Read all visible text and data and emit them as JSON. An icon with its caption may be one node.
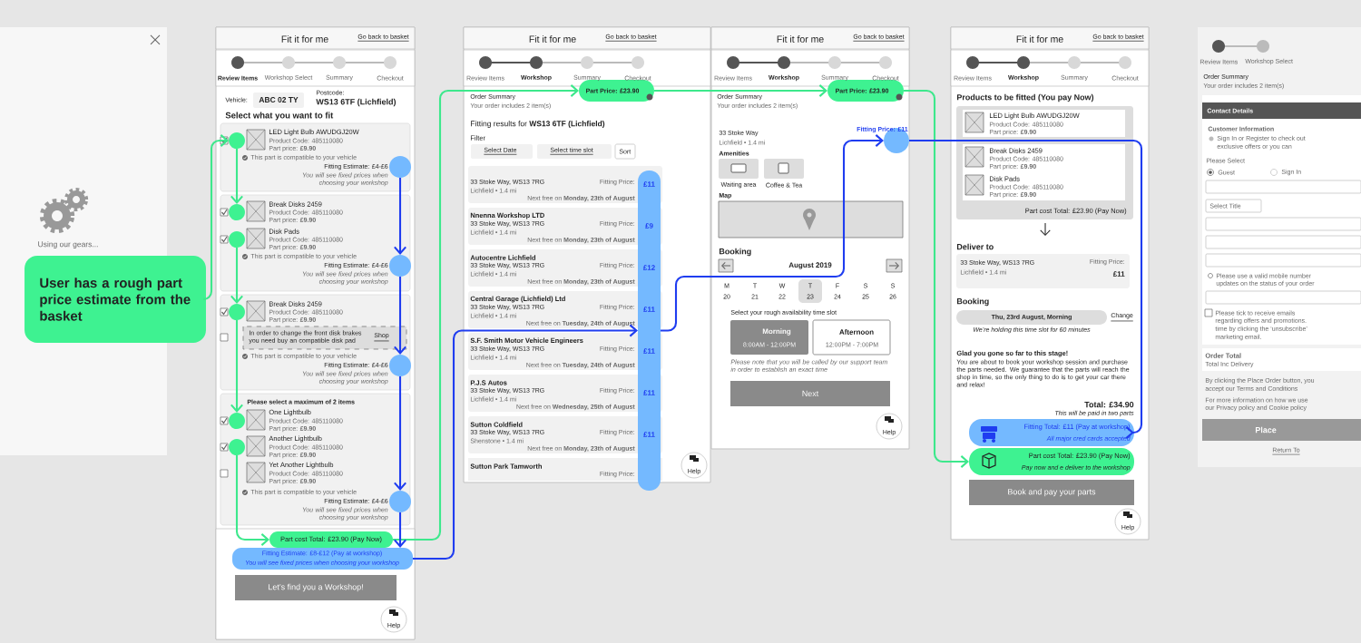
{
  "diagram": {
    "nodes": [
      {
        "text": [
          "User has a rough part price estimate from the basket"
        ]
      },
      {
        "text": [
          "Using our gears..."
        ]
      },
      {
        "text": [
          "Fit it for me",
          "Go back to basket",
          "Review Items",
          "Workshop Select",
          "Summary",
          "Checkout",
          "Vehicle:",
          "ABC 02 TY",
          "Postcode:",
          "WS13 6TF (Lichfield)",
          "Select what you want to fit",
          "LED Light Bulb AWUDGJ20W",
          "Product Code: 485110080",
          "Part price: **£9.90**",
          "This part is compatible to your vehicle",
          "Fitting Estimate: £4-£6",
          "You will see fixed prices when choosing your workshop",
          "Break Disks 2459",
          "Product Code: 485110080",
          "Part price: **£9.90**",
          "Disk Pads",
          "Product Code: 485110080",
          "Part price: **£9.90**",
          "This part is compatible to your vehicle",
          "Fitting Estimate: £4-£6",
          "You will see fixed prices when choosing your workshop",
          "Break Disks 2459",
          "Product Code: 485110080",
          "Part price: **£9.90**",
          "In order to change the front disk brakes you need buy an compatible disk pad",
          "Shop",
          "This part is compatible to your vehicle",
          "Fitting Estimate: £4-£6",
          "You will see fixed prices when choosing your workshop",
          "Please select a maximum of 2 items",
          "One Lightbulb",
          "Product Code: 485110080",
          "Part price: **£9.90**",
          "Another Lightbulb",
          "Product Code: 485110080",
          "Part price: **£9.90**",
          "Yet Another Lightbulb",
          "Product Code: 485110080",
          "Part price: **£9.90**",
          "This part is compatible to your vehicle",
          "Fitting Estimate: £4-£6",
          "You will see fixed prices when choosing your workshop",
          "Let’s find you a Workshop!",
          "Help"
        ]
      },
      {
        "text": [],
        "shape": "circle",
        "in": 2
      },
      {
        "text": [],
        "shape": "circle",
        "in": 2
      },
      {
        "text": [],
        "shape": "circle",
        "in": 2
      },
      {
        "text": [],
        "shape": "circle",
        "in": 2
      },
      {
        "text": [],
        "shape": "circle",
        "in": 2
      },
      {
        "text": [],
        "shape": "circle",
        "in": 2
      },
      {
        "text": [],
        "shape": "circle",
        "in": 2
      },
      {
        "text": [],
        "shape": "circle",
        "in": 2
      },
      {
        "text": [],
        "shape": "circle",
        "in": 2
      },
      {
        "text": [],
        "shape": "circle",
        "in": 2
      },
      {
        "text": [
          "Part cost Total: £23.90 (Pay Now)"
        ],
        "in": 2
      },
      {
        "text": [
          "Fitting Estimate: £8-£12  (Pay at workshop)",
          "You will see fixed prices when choosing your workshop"
        ],
        "in": 2
      },
      {
        "text": [
          "Fit it for me",
          "Go back to basket",
          "Review Items",
          "Workshop",
          "Summary",
          "Checkout",
          "Order Summary",
          "Your order includes 2 item(s)",
          "Fitting results for **WS13 6TF (Lichfield)**",
          "Filter",
          "Select Date",
          "Select time slot",
          "Sort",
          "33 Stoke Way, WS13 7RG",
          "Lichfield • 1.4 mi",
          "Fitting Price:",
          "Next free on **Monday, 23th of August**",
          "Nnenna Workshop LTD",
          "33 Stoke Way, WS13 7RG",
          "Lichfield • 1.4 mi",
          "Fitting Price:",
          "Next free on **Monday, 23th of August**",
          "Autocentre Lichfield",
          "33 Stoke Way, WS13 7RG",
          "Lichfield • 1.4 mi",
          "Fitting Price:",
          "Next free on **Monday, 23th of August**",
          "Central Garage (Lichfield) Ltd",
          "33 Stoke Way, WS13 7RG",
          "Lichfield • 1.4 mi",
          "Fitting Price:",
          "Next free on **Tuesday, 24th of August**",
          "S.F. Smith Motor Vehicle Engineers",
          "33 Stoke Way, WS13 7RG",
          "Lichfield • 1.4 mi",
          "Fitting Price:",
          "Next free on **Tuesday, 24th of August**",
          "P.J.S Autos",
          "33 Stoke Way, WS13 7RG",
          "Lichfield • 1.4 mi",
          "Fitting Price:",
          "Next free on **Wednesday, 25th of August**",
          "Sutton Coldfield",
          "33 Stoke Way, WS13 7RG",
          "Shenstone • 1.4 mi",
          "Fitting Price:",
          "Next free on **Monday, 23th of August**",
          "Sutton Park Tamworth",
          "Fitting Price:",
          "Help"
        ]
      },
      {
        "text": [
          "Part Price: £23.90"
        ],
        "in": 15
      },
      {
        "text": [
          "£11",
          "£9",
          "£12",
          "£11",
          "£11",
          "£11",
          "£11"
        ],
        "in": 15
      },
      {
        "text": [
          "Fit it for me",
          "Go back to basket",
          "Review Items",
          "Workshop",
          "Summary",
          "Checkout",
          "Order Summary",
          "Your order includes 2 item(s)",
          "33 Stoke Way",
          "Lichfield • 1.4 mi",
          "Amenities",
          "Waiting area",
          "Coffee & Tea",
          "Map",
          "Booking",
          "August 2019",
          "M",
          "T",
          "W",
          "T",
          "F",
          "S",
          "S",
          "20",
          "21",
          "22",
          "23",
          "24",
          "25",
          "26",
          "Select your rough availability time slot",
          "Morning",
          "8:00AM - 12:00PM",
          "Afternoon",
          "12:00PM - 7:00PM",
          "Please note that you will be called by our support team in order to establish an exact time",
          "Next",
          "Help"
        ]
      },
      {
        "text": [
          "Part Price: £23.90"
        ],
        "in": 18
      },
      {
        "text": [
          "Fitting Price: £11"
        ],
        "in": 18
      },
      {
        "text": [
          "Fit it for me",
          "Go back to basket",
          "Review Items",
          "Workshop",
          "Summary",
          "Checkout",
          "Products to be fitted (You pay Now)",
          "LED Light Bulb AWUDGJ20W",
          "Product Code: 485110080",
          "Part price: **£9.90**",
          "Break Disks 2459",
          "Product Code: 485110080",
          "Part price: **£9.90**",
          "Disk Pads",
          "Product Code: 485110080",
          "Part price: **£9.90**",
          "Part cost Total: £23.90 (Pay Now)",
          "Deliver to",
          "33 Stoke Way, WS13 7RG",
          "Lichfield • 1.4 mi",
          "Fitting Price:",
          "£11",
          "Booking",
          "Thu, 23rd August, Morning",
          "Change",
          "We’re holding this time slot for 60 minutes",
          "Glad you gone so far to this stage!",
          "You are about to book your workshop session and purchase the parts needed. We guarantee that the parts will reach the shop in time, so the only thing to do is to get your car there and relax!",
          "Total: £34.90",
          "This will be paid in two parts",
          "Book and pay your parts",
          "Help"
        ]
      },
      {
        "text": [
          "Fitting Total: £11 (Pay at workshop)",
          "All major cred cards accepted"
        ],
        "in": 21
      },
      {
        "text": [
          "Part cost Total: £23.90 (Pay Now)",
          "Pay now and e deliver to the workshop"
        ],
        "in": 21
      },
      {
        "text": [
          "Review Items",
          "Workshop Select",
          "Order Summary",
          "Your order includes 2 item(s)",
          "Contact Details",
          "Customer Information",
          "Sign In or Register to check out",
          "exclusive offers or you can",
          "Please Select",
          "Guest",
          "Sign In",
          "Select Title",
          "Please use a valid mobile number",
          "updates on the status of your order",
          "Please tick to receive emails",
          "regarding offers and promotions.",
          "time by clicking the ‘unsubscribe’",
          "marketing email.",
          "Order Total",
          "Total Inc Delivery",
          "By clicking the Place Order button, you",
          "accept our Terms and Conditions",
          "For more information on how we use",
          "our Privacy policy and Cookie policy",
          "Place",
          "Return To"
        ]
      }
    ],
    "edges": [
      {
        "from": 0,
        "to": 3,
        "arrow": "to",
        "color": "#3DE88C"
      },
      {
        "from": 3,
        "to": 4,
        "arrow": "to",
        "color": "#3DE88C"
      },
      {
        "from": 5,
        "to": 6,
        "arrow": "to",
        "color": "#3DE88C"
      },
      {
        "from": 6,
        "to": 7,
        "arrow": "to",
        "color": "#3DE88C"
      },
      {
        "from": 8,
        "to": 13,
        "arrow": "to",
        "color": "#3DE88C"
      },
      {
        "from": 13,
        "to": 16,
        "arrow": "to",
        "color": "#3DE88C"
      },
      {
        "from": 16,
        "to": 19,
        "arrow": "to",
        "color": "#3DE88C"
      },
      {
        "from": 19,
        "to": 23,
        "arrow": "to",
        "color": "#3DE88C"
      },
      {
        "from": 9,
        "to": 10,
        "arrow": "to",
        "color": "#1F3DF0"
      },
      {
        "from": 10,
        "to": 11,
        "arrow": "to",
        "color": "#1F3DF0"
      },
      {
        "from": 11,
        "to": 12,
        "arrow": "to",
        "color": "#1F3DF0"
      },
      {
        "from": 12,
        "to": 14,
        "arrow": "to",
        "color": "#1F3DF0"
      },
      {
        "from": 14,
        "to": 17,
        "arrow": "to",
        "color": "#1F3DF0"
      },
      {
        "from": 17,
        "to": 20,
        "arrow": "to",
        "color": "#1F3DF0"
      },
      {
        "from": 20,
        "to": 22,
        "arrow": "to",
        "color": "#1F3DF0"
      }
    ]
  }
}
